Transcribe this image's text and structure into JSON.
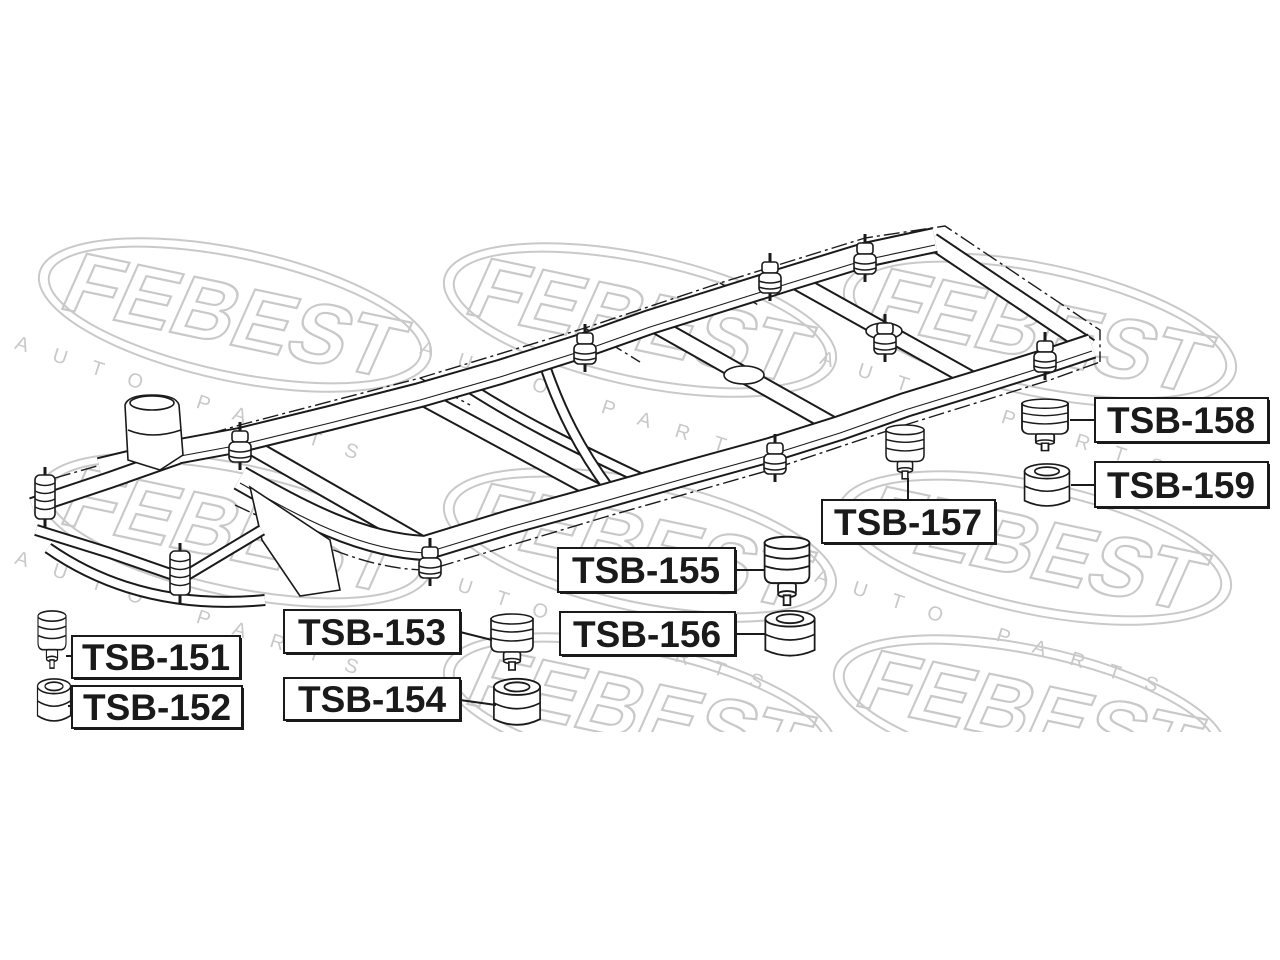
{
  "colors": {
    "ink": "#1a1a1a",
    "watermark": "#c9c9c9",
    "background": "#ffffff"
  },
  "watermark": {
    "brand": "FEBEST",
    "tagline": "AUTO PARTS"
  },
  "parts": [
    {
      "code": "TSB-151"
    },
    {
      "code": "TSB-152"
    },
    {
      "code": "TSB-153"
    },
    {
      "code": "TSB-154"
    },
    {
      "code": "TSB-155"
    },
    {
      "code": "TSB-156"
    },
    {
      "code": "TSB-157"
    },
    {
      "code": "TSB-158"
    },
    {
      "code": "TSB-159"
    }
  ]
}
